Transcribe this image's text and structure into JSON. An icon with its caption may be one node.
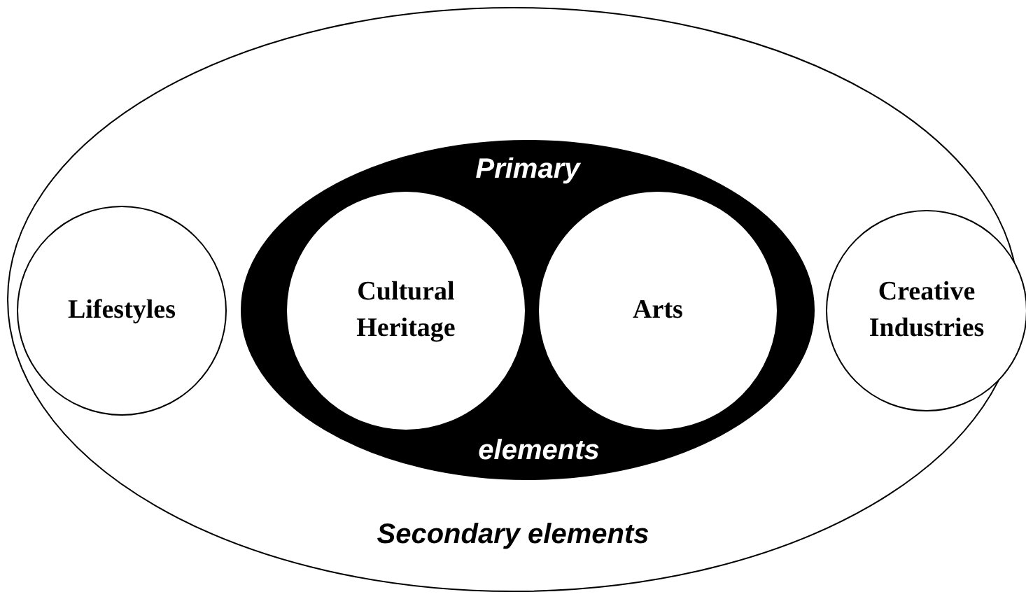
{
  "diagram": {
    "nodes": [
      {
        "text": [
          "Secondary elements"
        ]
      },
      {
        "text": [
          "Primary",
          "elements"
        ],
        "in": 0
      },
      {
        "text": [
          "Lifestyles"
        ],
        "in": 0
      },
      {
        "text": [
          "Cultural Heritage"
        ],
        "in": 1
      },
      {
        "text": [
          "Arts"
        ],
        "in": 1
      },
      {
        "text": [
          "Creative Industries"
        ],
        "in": 0
      }
    ],
    "edges": []
  }
}
